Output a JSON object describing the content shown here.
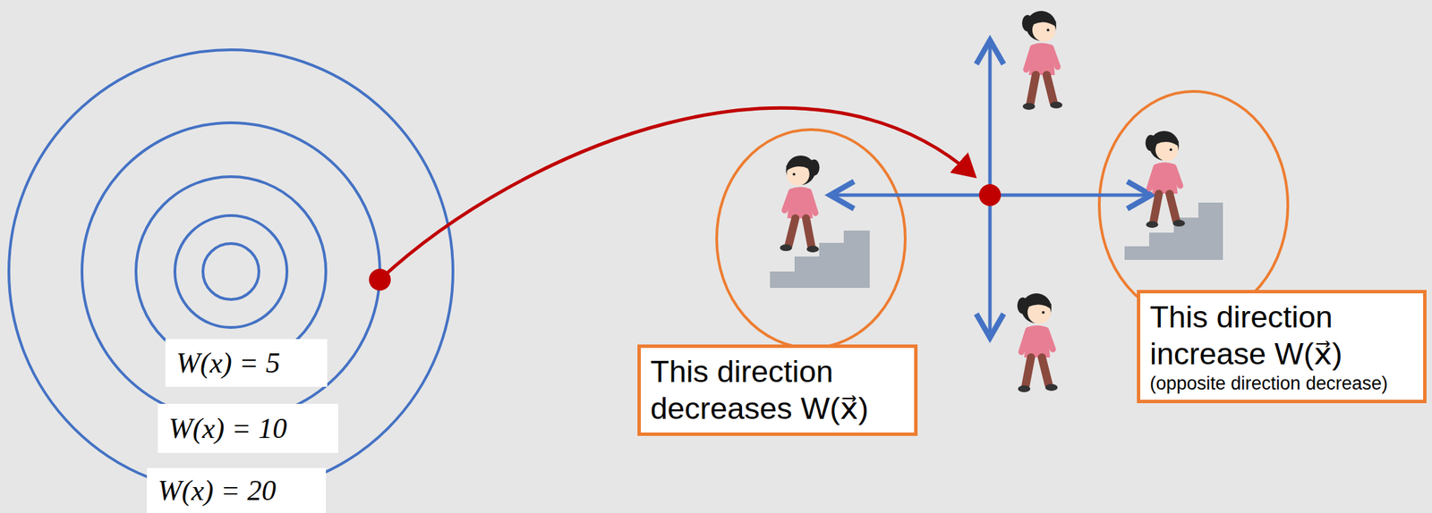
{
  "diagram": {
    "nodes": [
      {
        "text": [
          "W(x) = 5"
        ]
      },
      {
        "text": [
          "W(x) = 10"
        ]
      },
      {
        "text": [
          "W(x) = 20"
        ]
      },
      {
        "text": [
          "This direction decreases W(x⃗)"
        ]
      },
      {
        "text": [
          "This direction increase W(x⃗)",
          "(opposite direction decrease)"
        ]
      }
    ]
  }
}
